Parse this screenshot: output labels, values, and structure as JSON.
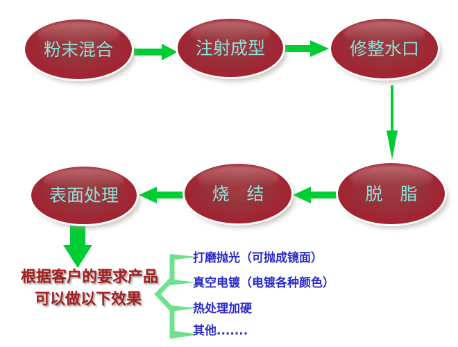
{
  "diagram": {
    "title": "metal-injection-molding-process-flow",
    "nodes": [
      {
        "id": "powder-mixing",
        "label": "粉末混合"
      },
      {
        "id": "injection-molding",
        "label": "注射成型"
      },
      {
        "id": "gate-trimming",
        "label": "修整水口"
      },
      {
        "id": "degreasing",
        "label": "脱　脂"
      },
      {
        "id": "sintering",
        "label": "烧　结"
      },
      {
        "id": "surface-treatment",
        "label": "表面处理"
      }
    ],
    "edges": [
      {
        "from": "powder-mixing",
        "to": "injection-molding"
      },
      {
        "from": "injection-molding",
        "to": "gate-trimming"
      },
      {
        "from": "gate-trimming",
        "to": "degreasing"
      },
      {
        "from": "degreasing",
        "to": "sintering"
      },
      {
        "from": "sintering",
        "to": "surface-treatment"
      },
      {
        "from": "surface-treatment",
        "to": "customer-note"
      }
    ],
    "note": {
      "line1": "根据客户的要求产品",
      "line2": "可以做以下效果"
    },
    "options": [
      "打磨抛光（可抛成镜面）",
      "真空电镀（电镀各种颜色）",
      "热处理加硬",
      "其他......."
    ],
    "colors": {
      "node_fill": "#a52131",
      "node_rim": "#672428",
      "node_ring": "#ffffff",
      "node_text": "#8ce2da",
      "arrow_green": "#00cc33",
      "brace_green": "#6ee08e",
      "note_red": "#a51d1d",
      "option_blue": "#2a2acc",
      "background": "#ffffff"
    }
  }
}
